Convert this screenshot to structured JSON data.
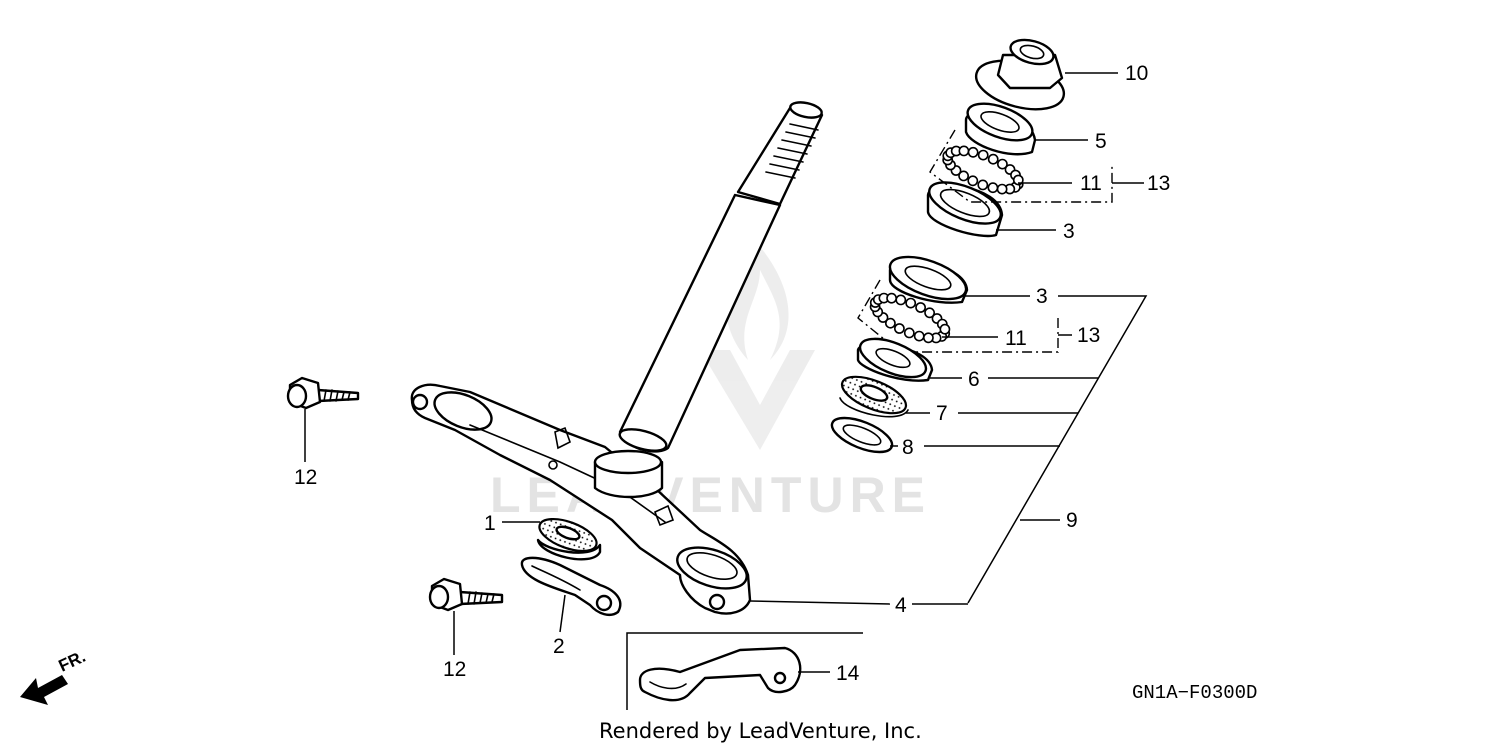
{
  "diagram": {
    "code": "GN1A−F0300D",
    "credit": "Rendered by LeadVenture, Inc.",
    "watermark": "LEADVENTURE",
    "direction_label": "FR.",
    "callouts": {
      "c10": "10",
      "c5": "5",
      "c11_upper": "11",
      "c13_upper": "13",
      "c3_upper": "3",
      "c3_lower": "3",
      "c11_lower": "11",
      "c13_lower": "13",
      "c6": "6",
      "c7": "7",
      "c8": "8",
      "c9": "9",
      "c4": "4",
      "c1": "1",
      "c2": "2",
      "c12_upper": "12",
      "c12_lower": "12",
      "c14": "14"
    }
  }
}
